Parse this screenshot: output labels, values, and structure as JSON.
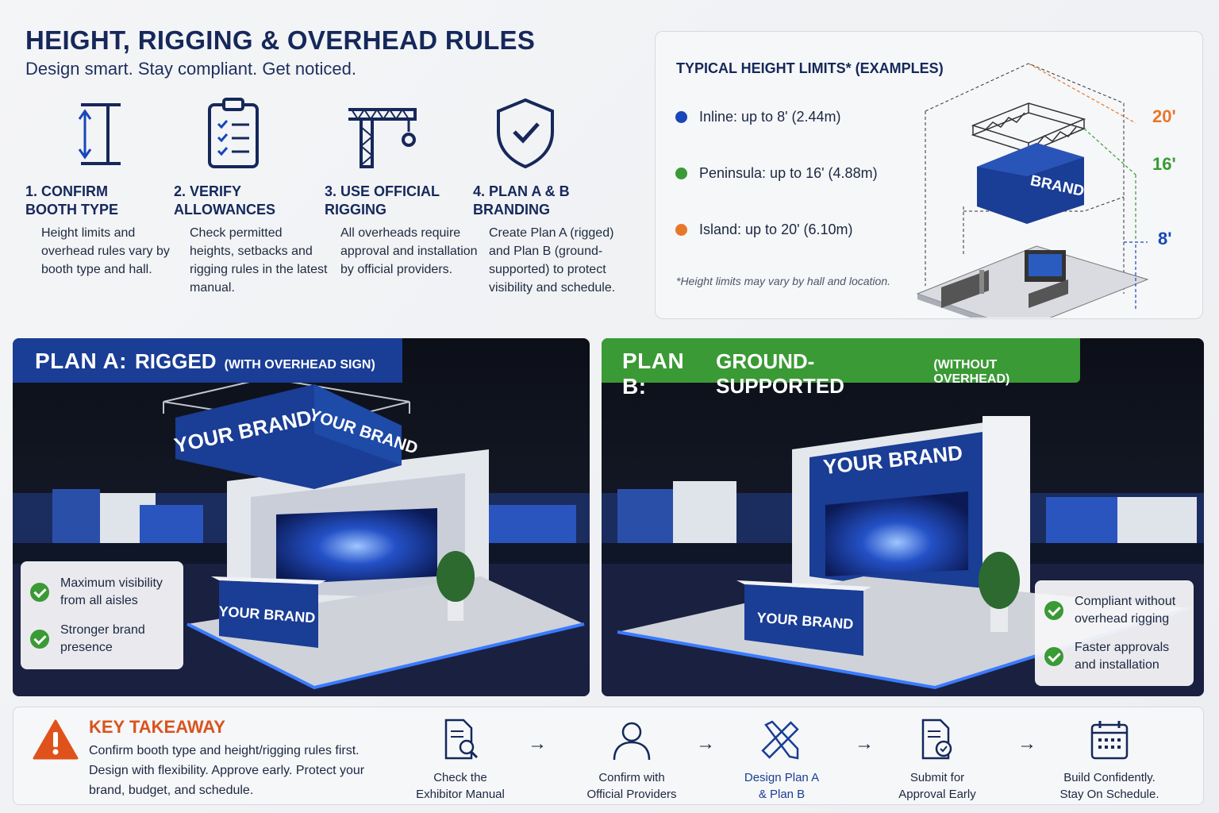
{
  "header": {
    "title": "HEIGHT, RIGGING & OVERHEAD RULES",
    "subtitle": "Design smart. Stay compliant. Get noticed."
  },
  "steps": [
    {
      "title": "1. CONFIRM\n    BOOTH TYPE",
      "desc": "Height limits and overhead rules vary by booth type and hall.",
      "icon": "height-icon"
    },
    {
      "title": "2. VERIFY\n    ALLOWANCES",
      "desc": "Check permitted heights, setbacks and rigging rules in the latest manual.",
      "icon": "checklist-icon"
    },
    {
      "title": "3. USE OFFICIAL\n    RIGGING",
      "desc": "All overheads require approval and installation by official providers.",
      "icon": "crane-icon"
    },
    {
      "title": "4. PLAN A & B\n    BRANDING",
      "desc": "Create Plan A (rigged) and Plan B (ground-supported) to protect visibility and schedule.",
      "icon": "shield-check-icon"
    }
  ],
  "height_limits": {
    "title": "TYPICAL HEIGHT LIMITS* (EXAMPLES)",
    "items": [
      {
        "label": "Inline: up to 8' (2.44m)",
        "color": "#1747b8"
      },
      {
        "label": "Peninsula: up to 16' (4.88m)",
        "color": "#3a9a35"
      },
      {
        "label": "Island: up to 20' (6.10m)",
        "color": "#e8772a"
      }
    ],
    "note": "*Height limits may vary by hall and location.",
    "diagram": {
      "brand": "BRAND",
      "marks": [
        {
          "label": "20'",
          "color": "#e8772a"
        },
        {
          "label": "16'",
          "color": "#3a9a35"
        },
        {
          "label": "8'",
          "color": "#1747b8"
        }
      ]
    }
  },
  "plan_a": {
    "title_prefix": "PLAN A:",
    "title_main": "RIGGED",
    "title_note": "(WITH OVERHEAD SIGN)",
    "sign_text_1": "YOUR BRAND",
    "sign_text_2": "YOUR BRAND",
    "counter_text": "YOUR BRAND",
    "benefits": [
      "Maximum visibility\nfrom all aisles",
      "Stronger brand\npresence"
    ]
  },
  "plan_b": {
    "title_prefix": "PLAN B:",
    "title_main": "GROUND-SUPPORTED",
    "title_note": "(WITHOUT OVERHEAD)",
    "wall_text": "YOUR BRAND",
    "counter_text": "YOUR BRAND",
    "benefits": [
      "Compliant without\noverhead rigging",
      "Faster approvals\nand installation"
    ]
  },
  "takeaway": {
    "title": "KEY TAKEAWAY",
    "desc": "Confirm booth type and height/rigging rules first. Design with flexibility. Approve early. Protect your brand, budget, and schedule.",
    "flow": [
      {
        "label": "Check the\nExhibitor Manual",
        "icon": "document-search-icon"
      },
      {
        "label": "Confirm with\nOfficial Providers",
        "icon": "user-icon"
      },
      {
        "label": "Design Plan A\n& Plan B",
        "icon": "design-tools-icon"
      },
      {
        "label": "Submit for\nApproval Early",
        "icon": "document-submit-icon"
      },
      {
        "label": "Build Confidently.\nStay On Schedule.",
        "icon": "calendar-icon"
      }
    ],
    "arrow": "→"
  }
}
